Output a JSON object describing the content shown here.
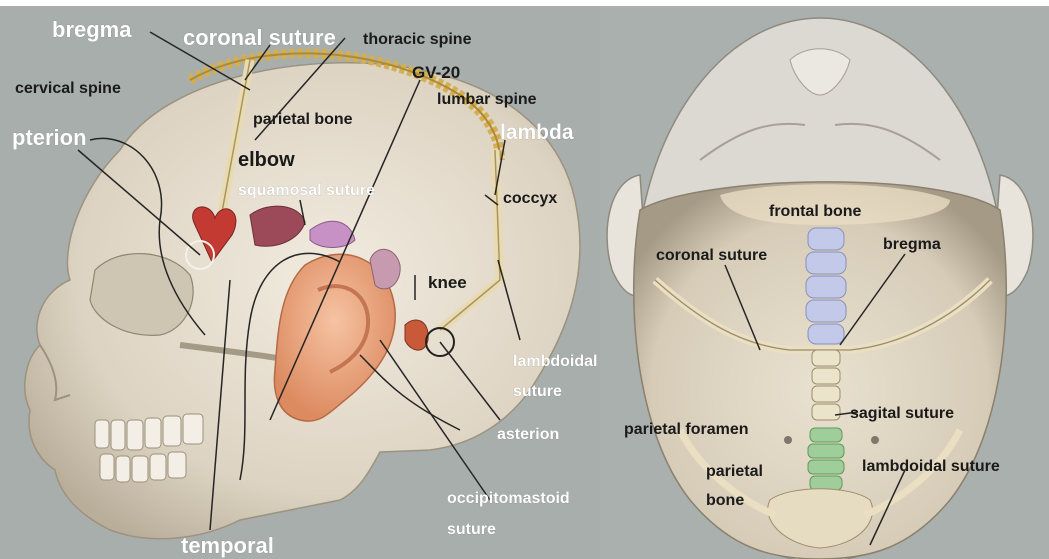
{
  "colors": {
    "panel_bg": "#a7adaa",
    "skull_light": "#ebe3d4",
    "skull_shade": "#c9bfad",
    "spine": "#d9b860",
    "ear": "#e9a27a",
    "leader": "#2a2a2a",
    "label_white": "#ffffff",
    "label_dark": "#1a1a1a",
    "lung": "#c79ab0",
    "kidney": "#c85a3a",
    "vertebra_blue": "#c3c9e8",
    "vertebra_green": "#9fce9a"
  },
  "left": {
    "labels": {
      "bregma": "bregma",
      "coronal_suture": "coronal suture",
      "thoracic_spine": "thoracic spine",
      "cervical_spine": "cervical spine",
      "gv20": "GV-20",
      "lumbar_spine": "lumbar spine",
      "pterion": "pterion",
      "parietal_bone": "parietal bone",
      "lambda": "lambda",
      "elbow": "elbow",
      "squamosal_suture": "squamosal suture",
      "coccyx": "coccyx",
      "knee": "knee",
      "lambdoidal_suture_1": "lambdoidal",
      "lambdoidal_suture_2": "suture",
      "asterion": "asterion",
      "occipitomastoid_1": "occipitomastoid",
      "occipitomastoid_2": "suture",
      "temporal": "temporal"
    }
  },
  "right": {
    "labels": {
      "frontal_bone": "frontal bone",
      "coronal_suture": "coronal suture",
      "bregma": "bregma",
      "sagital_suture": "sagital suture",
      "parietal_foramen": "parietal foramen",
      "parietal_bone_1": "parietal",
      "parietal_bone_2": "bone",
      "lambdoidal_suture": "lambdoidal suture"
    }
  }
}
